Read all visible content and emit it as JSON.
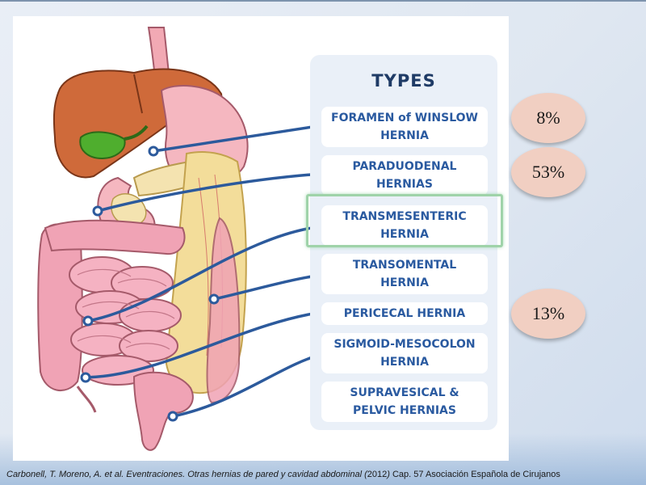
{
  "panel": {
    "title": "TYPES"
  },
  "types": [
    {
      "label": "FORAMEN of WINSLOW\nHERNIA"
    },
    {
      "label": "PARADUODENAL\nHERNIAS"
    },
    {
      "label": "TRANSMESENTERIC\nHERNIA"
    },
    {
      "label": "TRANSOMENTAL\nHERNIA"
    },
    {
      "label": "PERICECAL HERNIA"
    },
    {
      "label": "SIGMOID-MESOCOLON\nHERNIA"
    },
    {
      "label": "SUPRAVESICAL &\nPELVIC HERNIAS"
    }
  ],
  "badges": [
    "8%",
    "53%",
    "13%"
  ],
  "citation": {
    "italic": "Carbonell, T. Moreno, A. et al. Eventraciones. Otras hernias de pared y cavidad abdominal (",
    "year": "2012",
    "italic_close": ")",
    "rest": " Cap. 57 Asociación Española de Cirujanos"
  },
  "colors": {
    "accent": "#2a5aa0",
    "title": "#1f3b66",
    "highlight": "#9fd3a9",
    "badge": "#f1cfc2",
    "panel": "#eaf0f8",
    "pointer_line": "#2c5a9c"
  },
  "icons": {
    "diagram": "digestive-system-illustration"
  }
}
